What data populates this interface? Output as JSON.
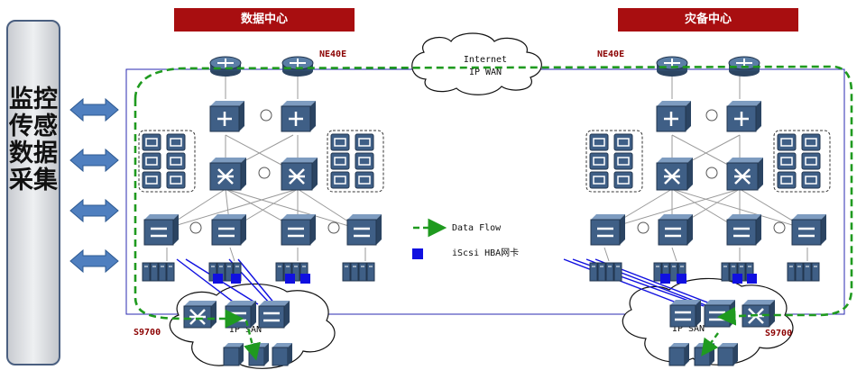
{
  "headers": {
    "left_center": "数据中心",
    "right_center": "灾备中心"
  },
  "side_panel": {
    "text": "监控传感数据采集"
  },
  "cloud_top": {
    "line1": "Internet",
    "line2": "IP WAN"
  },
  "router_label_left": "NE40E",
  "router_label_right": "NE40E",
  "san_left": {
    "label": "IP SAN",
    "switch_label": "S9700"
  },
  "san_right": {
    "label": "IP SAN",
    "switch_label": "S9700"
  },
  "legend": {
    "data_flow": "Data Flow",
    "hba": "iScsi HBA网卡"
  },
  "colors": {
    "header_red": "#a80e10",
    "flow_green": "#1f9a1f",
    "hba_blue": "#1010e0",
    "device_blue": "#3f5f86",
    "outline": "#2a2ab0"
  }
}
